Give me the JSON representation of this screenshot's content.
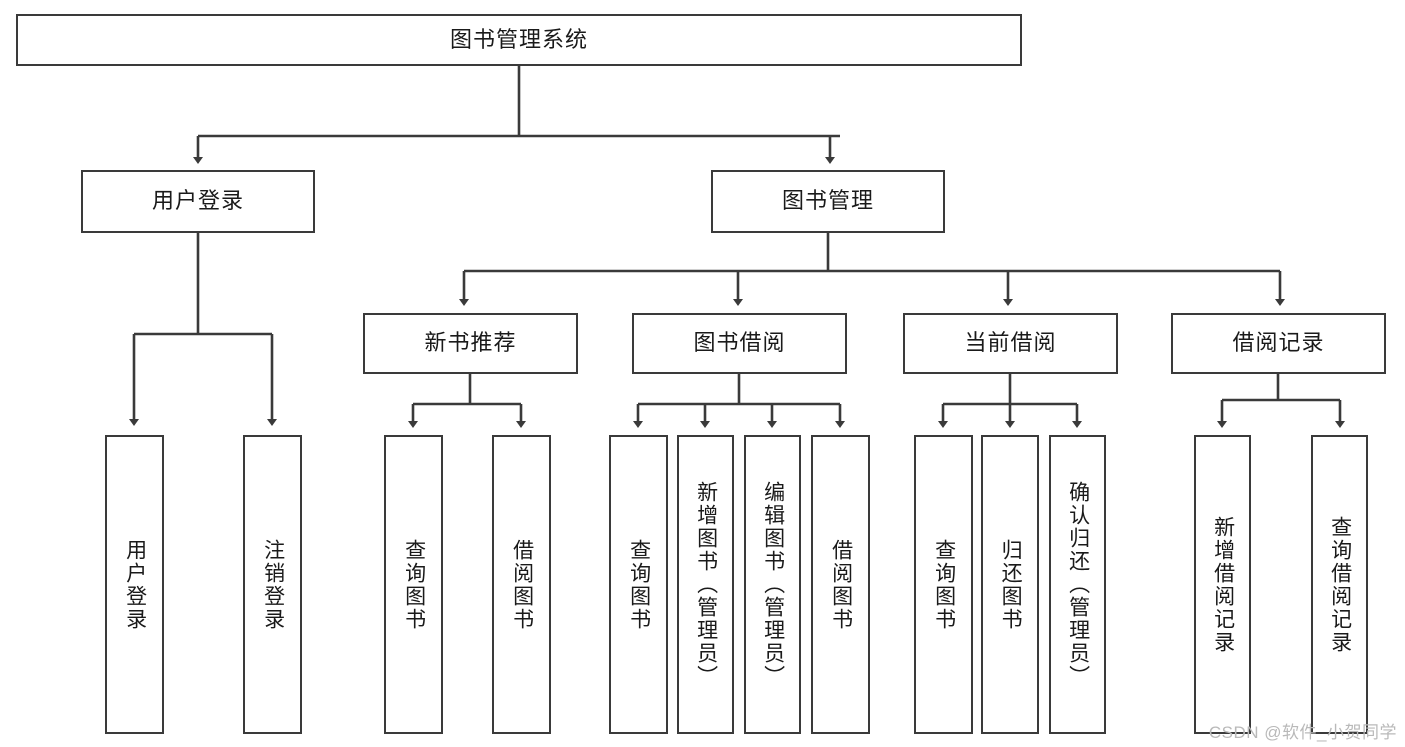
{
  "diagram": {
    "title": "图书管理系统",
    "type": "tree-hierarchy-diagram",
    "colors": {
      "border": "#3a3a3a",
      "background": "#ffffff",
      "text": "#1a1a1a",
      "watermark": "#b9b9b9"
    },
    "root": {
      "label": "图书管理系统"
    },
    "level2": [
      {
        "label": "用户登录"
      },
      {
        "label": "图书管理"
      }
    ],
    "level3": [
      {
        "label": "新书推荐"
      },
      {
        "label": "图书借阅"
      },
      {
        "label": "当前借阅"
      },
      {
        "label": "借阅记录"
      }
    ],
    "leaves": {
      "user_login": [
        {
          "label": "用户登录"
        },
        {
          "label": "注销登录"
        }
      ],
      "new_book": [
        {
          "label": "查询图书"
        },
        {
          "label": "借阅图书"
        }
      ],
      "book_borrow": [
        {
          "label": "查询图书"
        },
        {
          "label": "新增图书（管理员）"
        },
        {
          "label": "编辑图书（管理员）"
        },
        {
          "label": "借阅图书"
        }
      ],
      "current_borrow": [
        {
          "label": "查询图书"
        },
        {
          "label": "归还图书"
        },
        {
          "label": "确认归还（管理员）"
        }
      ],
      "borrow_record": [
        {
          "label": "新增借阅记录"
        },
        {
          "label": "查询借阅记录"
        }
      ]
    },
    "watermark": "CSDN @软件_小贺同学"
  }
}
